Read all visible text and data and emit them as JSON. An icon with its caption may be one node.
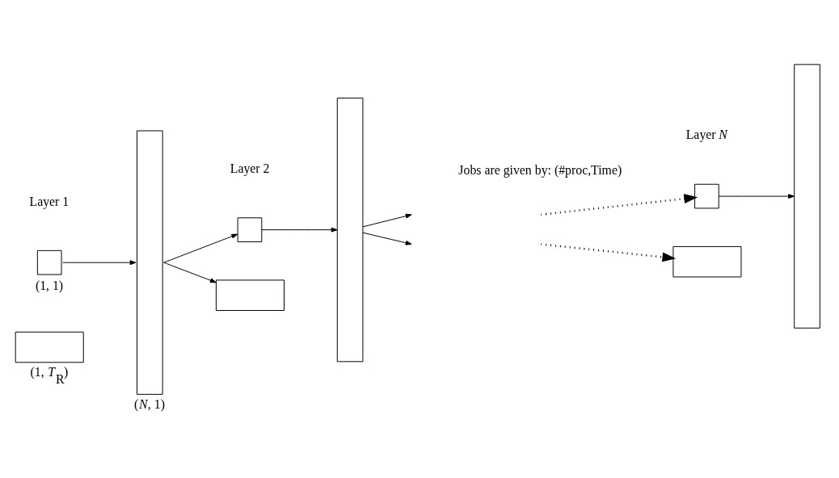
{
  "diagram": {
    "nodes": [
      {
        "text": [],
        "shape": "box",
        "beside": [
          "(1, 1)"
        ]
      },
      {
        "text": [],
        "shape": "box",
        "beside": [
          "(1, *T*$_{R}$)"
        ]
      },
      {
        "text": [],
        "shape": "bar",
        "beside": [
          "(*N*, 1)"
        ]
      },
      {
        "text": [],
        "shape": "box"
      },
      {
        "text": [],
        "shape": "box"
      },
      {
        "text": [],
        "shape": "bar"
      },
      {
        "text": [],
        "shape": "box"
      },
      {
        "text": [],
        "shape": "box"
      },
      {
        "text": [],
        "shape": "bar"
      }
    ],
    "edges": [
      {
        "from": 0,
        "to": 2,
        "arrow": "to"
      },
      {
        "from": 2,
        "to": 3,
        "arrow": "to"
      },
      {
        "from": 2,
        "to": 4,
        "arrow": "to"
      },
      {
        "from": 3,
        "to": 5,
        "arrow": "to"
      },
      {
        "from": 5,
        "to": null,
        "arrow": "to"
      },
      {
        "from": 5,
        "to": null,
        "arrow": "to"
      },
      {
        "from": null,
        "to": 6,
        "arrow": "to",
        "style": "dashed"
      },
      {
        "from": null,
        "to": 7,
        "arrow": "to",
        "style": "dashed"
      },
      {
        "from": 6,
        "to": 8,
        "arrow": "to"
      }
    ],
    "labels": [
      "Layer 1",
      "Layer 2",
      "Layer *N*",
      "Jobs are given by: (#proc,Time)"
    ]
  }
}
